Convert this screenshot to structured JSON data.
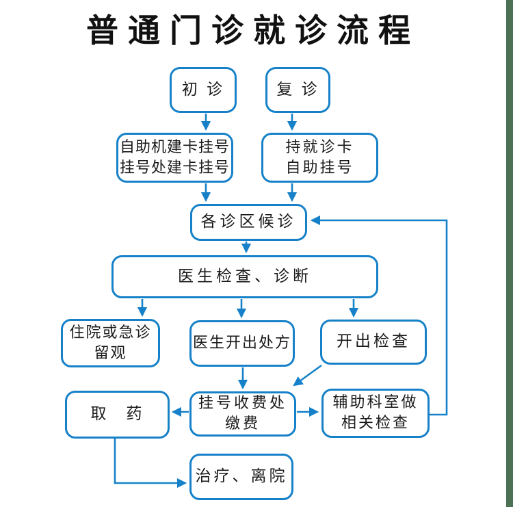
{
  "title": "普通门诊就诊流程",
  "colors": {
    "accent_blue": "#1681c8",
    "text_black": "#1a1a1a",
    "right_edge_green": "#4c7154",
    "background": "#ffffff"
  },
  "flowchart": {
    "nodes": [
      {
        "id": "first-visit",
        "lines": [
          "初 诊"
        ]
      },
      {
        "id": "follow-up-visit",
        "lines": [
          "复 诊"
        ]
      },
      {
        "id": "register-new-card",
        "lines": [
          "自助机建卡挂号",
          "挂号处建卡挂号"
        ]
      },
      {
        "id": "register-with-card",
        "lines": [
          "持就诊卡",
          "自助挂号"
        ]
      },
      {
        "id": "waiting-area",
        "lines": [
          "各诊区候诊"
        ]
      },
      {
        "id": "doctor-exam",
        "lines": [
          "医生检查、诊断"
        ]
      },
      {
        "id": "hospitalize",
        "lines": [
          "住院或急诊",
          "留观"
        ]
      },
      {
        "id": "prescription",
        "lines": [
          "医生开出处方"
        ]
      },
      {
        "id": "order-tests",
        "lines": [
          "开出检查"
        ]
      },
      {
        "id": "get-medicine",
        "lines": [
          "取　药"
        ]
      },
      {
        "id": "pay-fees",
        "lines": [
          "挂号收费处",
          "缴费"
        ]
      },
      {
        "id": "aux-dept-tests",
        "lines": [
          "辅助科室做",
          "相关检查"
        ]
      },
      {
        "id": "treatment-leave",
        "lines": [
          "治疗、离院"
        ]
      }
    ],
    "edges": [
      {
        "from": "first-visit",
        "to": "register-new-card"
      },
      {
        "from": "follow-up-visit",
        "to": "register-with-card"
      },
      {
        "from": "register-new-card",
        "to": "waiting-area"
      },
      {
        "from": "register-with-card",
        "to": "waiting-area"
      },
      {
        "from": "waiting-area",
        "to": "doctor-exam"
      },
      {
        "from": "doctor-exam",
        "to": "hospitalize"
      },
      {
        "from": "doctor-exam",
        "to": "prescription"
      },
      {
        "from": "doctor-exam",
        "to": "order-tests"
      },
      {
        "from": "prescription",
        "to": "pay-fees"
      },
      {
        "from": "order-tests",
        "to": "pay-fees"
      },
      {
        "from": "pay-fees",
        "to": "get-medicine"
      },
      {
        "from": "pay-fees",
        "to": "aux-dept-tests"
      },
      {
        "from": "aux-dept-tests",
        "to": "waiting-area"
      },
      {
        "from": "get-medicine",
        "to": "treatment-leave"
      }
    ]
  }
}
